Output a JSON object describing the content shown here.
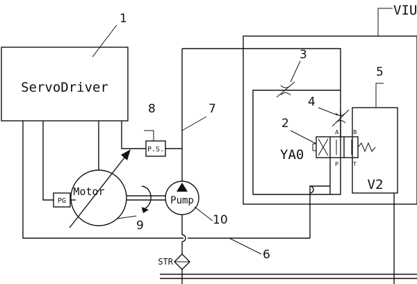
{
  "labels": {
    "servo_driver": "ServoDriver",
    "ps": "P.S.",
    "pg": "PG",
    "motor": "Motor",
    "pump": "Pump",
    "solenoid": "YA0",
    "port_a": "A",
    "port_b": "B",
    "port_p": "P",
    "port_t": "T",
    "valve_v2": "V2",
    "unit_viu": "VIU",
    "strainer": "STR"
  },
  "callouts": {
    "c1": "1",
    "c2": "2",
    "c3": "3",
    "c4": "4",
    "c5": "5",
    "c6": "6",
    "c7": "7",
    "c8": "8",
    "c9": "9",
    "c10": "10"
  }
}
